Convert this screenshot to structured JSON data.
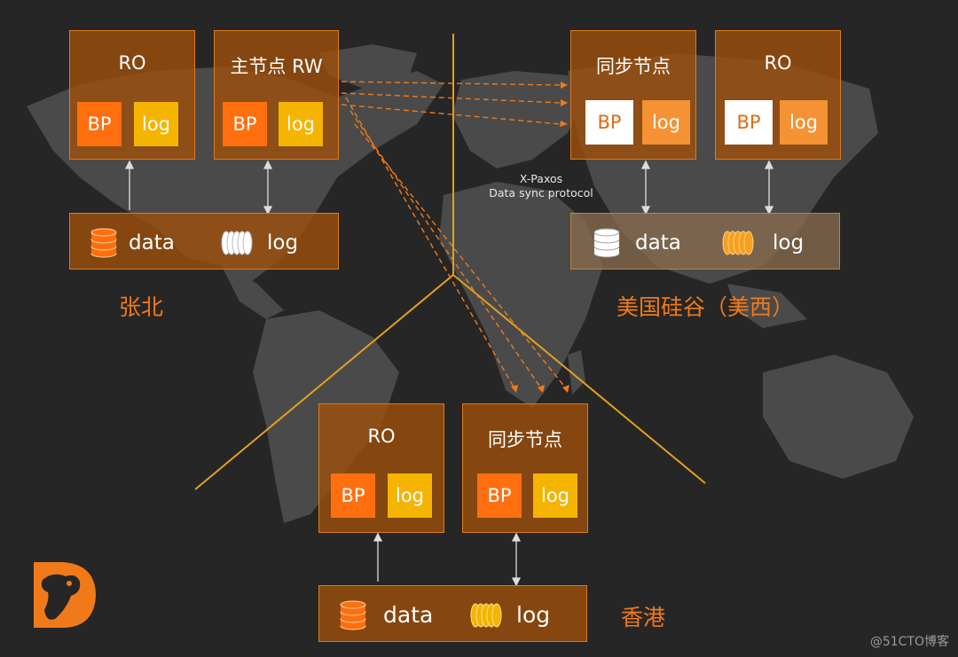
{
  "diagram": {
    "zhangbei": {
      "region_label": "张北",
      "ro": {
        "title": "RO",
        "bp": "BP",
        "log": "log"
      },
      "primary": {
        "title": "主节点 RW",
        "bp": "BP",
        "log": "log"
      },
      "storage": {
        "data": "data",
        "log": "log"
      }
    },
    "us_west": {
      "region_label": "美国硅谷（美西）",
      "sync": {
        "title": "同步节点",
        "bp": "BP",
        "log": "log"
      },
      "ro": {
        "title": "RO",
        "bp": "BP",
        "log": "log"
      },
      "storage": {
        "data": "data",
        "log": "log"
      }
    },
    "hongkong": {
      "region_label": "香港",
      "ro": {
        "title": "RO",
        "bp": "BP",
        "log": "log"
      },
      "sync": {
        "title": "同步节点",
        "bp": "BP",
        "log": "log"
      },
      "storage": {
        "data": "data",
        "log": "log"
      }
    },
    "protocol": {
      "line1": "X-Paxos",
      "line2": "Data sync protocol"
    },
    "watermark": "@51CTO博客",
    "colors": {
      "accent": "#f07a1a",
      "box": "#a0500a",
      "bp": "#ff6f0f",
      "log": "#f5b400"
    }
  }
}
